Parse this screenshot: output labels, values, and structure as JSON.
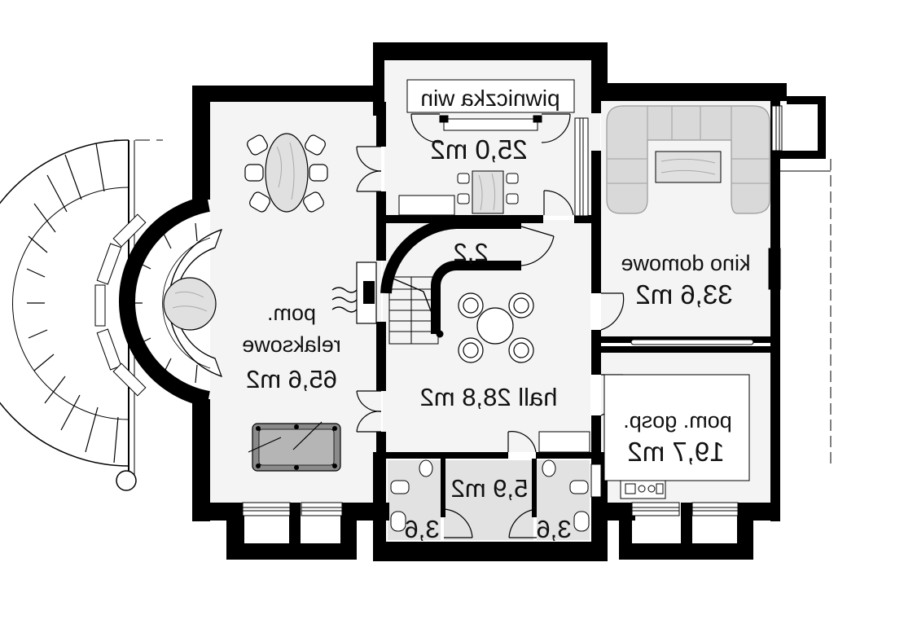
{
  "plan": {
    "rooms": [
      {
        "id": "relax",
        "name": "pom.\nrelaksowe",
        "area": "65,6 m2"
      },
      {
        "id": "wine",
        "name": "piwniczka win",
        "area": "25,0 m2"
      },
      {
        "id": "cinema",
        "name": "kino domowe",
        "area": "33,6 m2"
      },
      {
        "id": "hall",
        "name": "hall",
        "area": "28,8 m2"
      },
      {
        "id": "utility",
        "name": "pom. gosp.",
        "area": "19,7 m2"
      },
      {
        "id": "stair",
        "name": "",
        "area": "2,2"
      },
      {
        "id": "corridor",
        "name": "",
        "area": "5,9 m2"
      },
      {
        "id": "wc-left",
        "name": "",
        "area": "3,6"
      },
      {
        "id": "wc-right",
        "name": "",
        "area": "3,6"
      }
    ],
    "colors": {
      "wall": "#000000",
      "floor": "#f4f4f4",
      "tile": "#e2e2e2",
      "furniture-gray": "#d9d9d9",
      "sofa-gray": "#cfcfcf",
      "billiard": "#8a8a8a"
    }
  }
}
